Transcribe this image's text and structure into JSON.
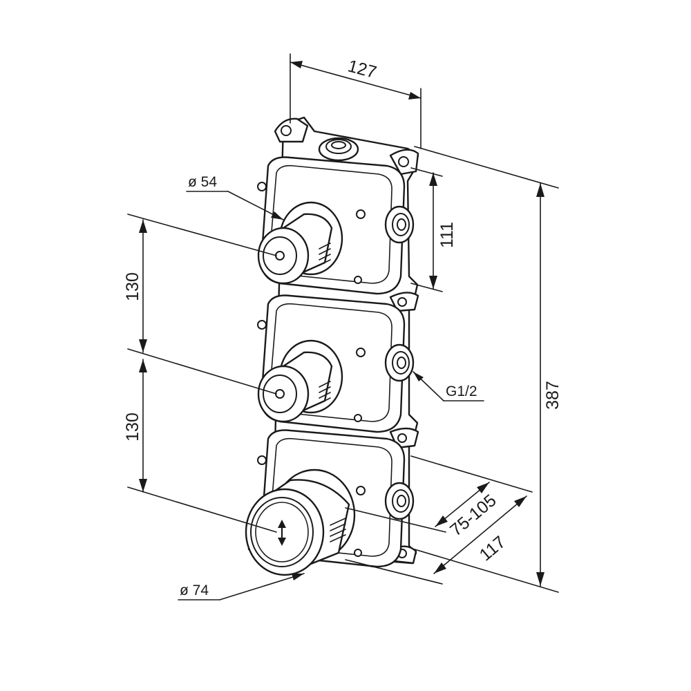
{
  "dimensions": {
    "width_top": "127",
    "height_total": "387",
    "module_height": "111",
    "spacing_upper": "130",
    "spacing_lower": "130",
    "depth_range": "75-105",
    "depth_total": "117"
  },
  "labels": {
    "small_diameter": "ø 54",
    "large_diameter": "ø 74",
    "thread": "G1/2"
  }
}
